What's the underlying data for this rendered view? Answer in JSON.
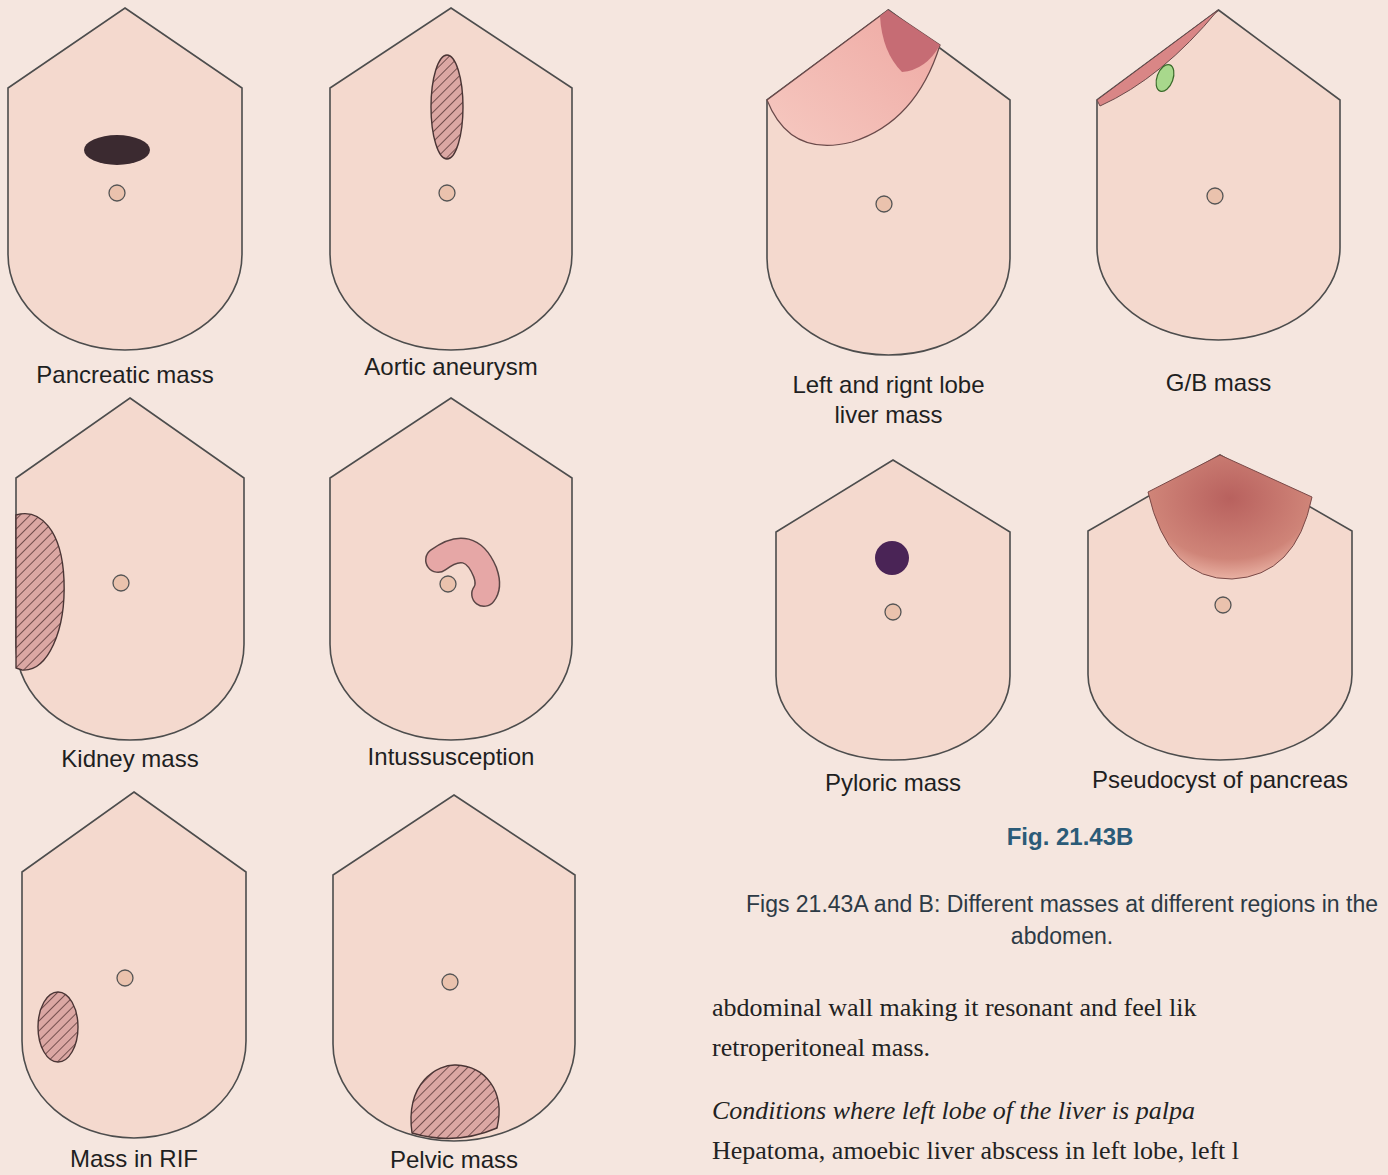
{
  "diagram": {
    "caption": "Figs 21.43A and B: Different masses at different regions in the abdomen.",
    "nodes": [
      {
        "text": [
          "Pancreatic mass"
        ]
      },
      {
        "text": [
          "Aortic aneurysm"
        ]
      },
      {
        "text": [
          "Kidney mass"
        ]
      },
      {
        "text": [
          "Intussusception"
        ]
      },
      {
        "text": [
          "Mass in RIF"
        ]
      },
      {
        "text": [
          "Pelvic mass"
        ]
      },
      {
        "text": [
          "Left and rignt lobe liver mass"
        ]
      },
      {
        "text": [
          "G/B mass"
        ]
      },
      {
        "text": [
          "Pyloric mass"
        ]
      },
      {
        "text": [
          "Pseudocyst of pancreas"
        ]
      }
    ],
    "edges": [],
    "labels": [
      "Fig. 21.43B",
      "abdominal wall making it resonant and feel lik",
      "retroperitoneal mass.",
      "Conditions where left lobe of the liver is palpa",
      "Hepatoma, amoebic liver abscess in left lobe, left l"
    ]
  }
}
